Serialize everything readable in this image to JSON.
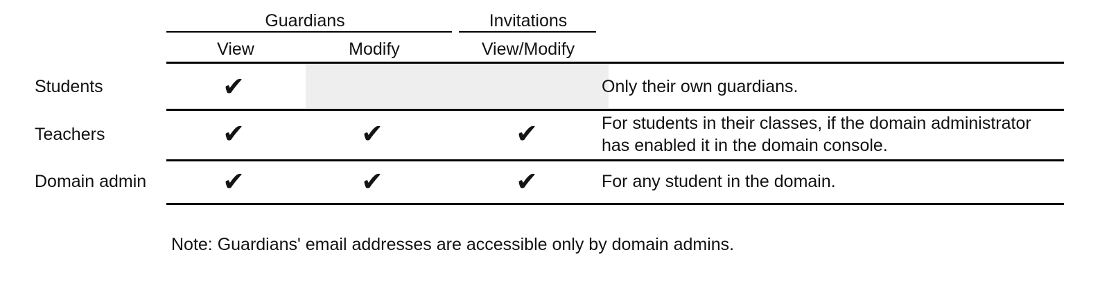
{
  "table": {
    "group_headers": [
      {
        "label": "Guardians",
        "name": "group-header-guardians"
      },
      {
        "label": "Invitations",
        "name": "group-header-invitations"
      }
    ],
    "column_headers": [
      {
        "label": "View",
        "name": "column-header-view"
      },
      {
        "label": "Modify",
        "name": "column-header-modify"
      },
      {
        "label": "View/Modify",
        "name": "column-header-view-modify"
      }
    ],
    "rows": [
      {
        "label": "Students",
        "guardians_view": "✔",
        "guardians_modify": "",
        "invitations_view_modify": "",
        "description": "Only their own guardians."
      },
      {
        "label": "Teachers",
        "guardians_view": "✔",
        "guardians_modify": "✔",
        "invitations_view_modify": "✔",
        "description": "For students in their classes, if the domain administrator has enabled it in the domain console."
      },
      {
        "label": "Domain admin",
        "guardians_view": "✔",
        "guardians_modify": "✔",
        "invitations_view_modify": "✔",
        "description": "For any student in the domain."
      }
    ]
  },
  "note": {
    "text": "Note: Guardians' email addresses are accessible only by domain admins."
  },
  "colors": {
    "rule": "#000000",
    "text": "#111111",
    "disabled_cell": "#eeeeee",
    "background": "#ffffff"
  }
}
